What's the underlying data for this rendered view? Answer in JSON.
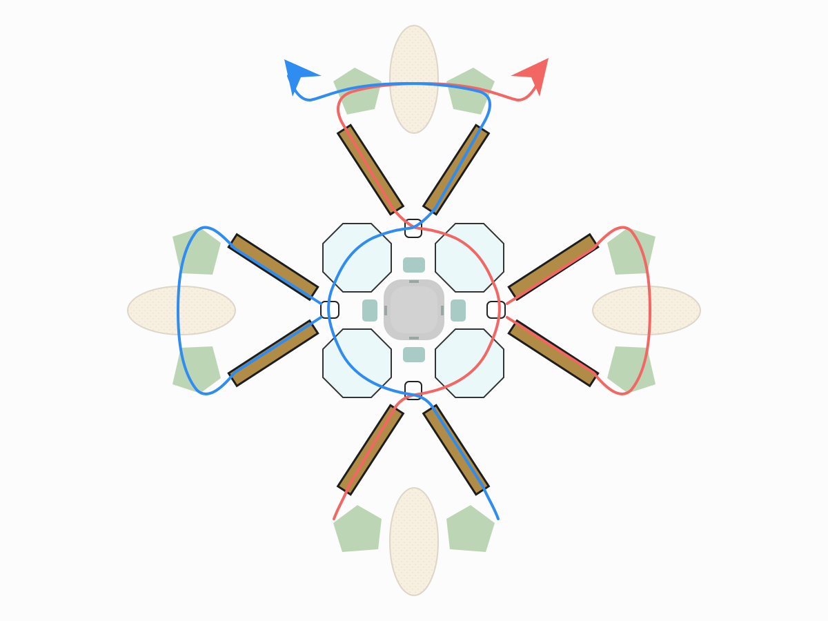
{
  "diagram": {
    "kind": "symmetric-station-layout",
    "arms": [
      "north",
      "east",
      "south",
      "west"
    ],
    "colors": {
      "background": "#fbfcfb",
      "beige_pad": "#f7efdf",
      "beige_pad_edge": "#ddd6c8",
      "green_block": "#bcd6b5",
      "tan_bar": "#b08c46",
      "bar_edge": "#1d1d1d",
      "octagon_fill": "#eaf8fa",
      "octagon_edge": "#333333",
      "hub_fill": "#cccccc",
      "small_block": "#a9cbc5",
      "path_blue": "#2f8cf0",
      "path_red": "#f26763"
    },
    "paths": [
      {
        "id": "blue",
        "color_key": "path_blue",
        "arrow": "up-left"
      },
      {
        "id": "red",
        "color_key": "path_red",
        "arrow": "up-right"
      }
    ]
  }
}
